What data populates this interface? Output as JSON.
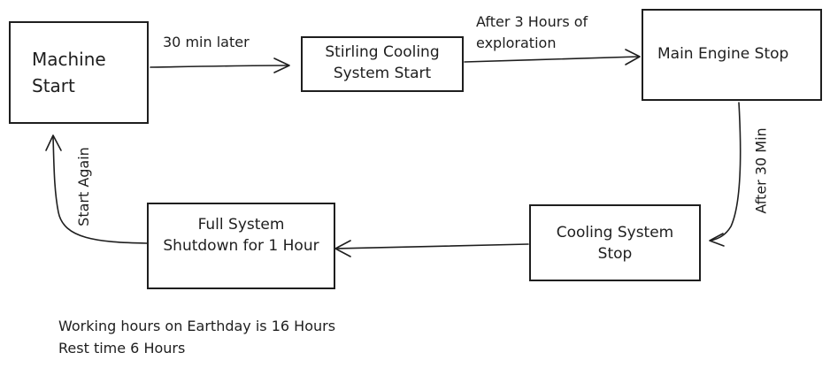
{
  "nodes": {
    "machine_start": "Machine\nStart",
    "stirling_cooling_start": "Stirling Cooling\nSystem Start",
    "main_engine_stop": "Main Engine Stop",
    "cooling_system_stop": "Cooling System\nStop",
    "full_system_shutdown": "Full System\nShutdown for 1 Hour"
  },
  "edges": {
    "start_to_stirling": "30 min later",
    "stirling_to_main": "After 3 Hours of\nexploration",
    "main_to_cooling": "After 30 Min",
    "cooling_to_shutdown": "",
    "shutdown_to_start": "Start Again"
  },
  "notes": {
    "working_hours": "Working hours on Earthday is 16 Hours",
    "rest_time": "Rest time 6 Hours"
  },
  "colors": {
    "stroke": "#1e1e1e",
    "background": "#ffffff"
  }
}
